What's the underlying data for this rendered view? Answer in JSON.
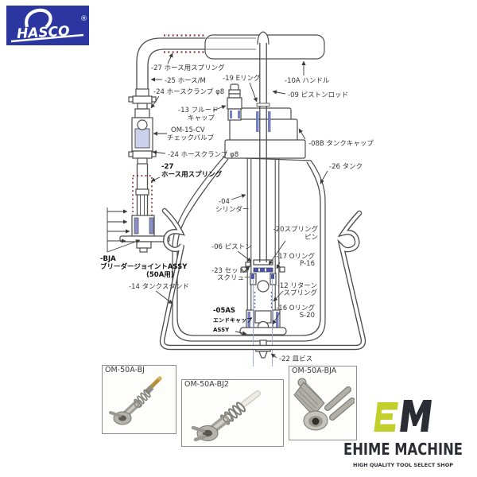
{
  "colors": {
    "hasco_blue": "#2b36a1",
    "line_gray": "#4d4d4d",
    "accent_blue": "#4a54b4",
    "spring_red": "#8b2a2a",
    "guide_blue": "#9aa4d6",
    "em_green": "#c3cf2b",
    "em_dark": "#2c2c34"
  },
  "header": {
    "hasco_text": "HASCO",
    "registered_mark": "®"
  },
  "diagram": {
    "labels": {
      "hose_spring_top": {
        "lines": [
          "-27 ホース用スプリング"
        ]
      },
      "hose_m": {
        "lines": [
          "-25 ホース/M"
        ]
      },
      "hose_clamp_upper": {
        "lines": [
          "-24 ホースクランプ φ8"
        ]
      },
      "e_ring": {
        "lines": [
          "-19 Eリング"
        ]
      },
      "handle": {
        "lines": [
          "-10A ハンドル"
        ]
      },
      "piston_rod": {
        "lines": [
          "-09 ピストンロッド"
        ]
      },
      "fluid_cap": {
        "lines": [
          "-13 フルード",
          "キャップ"
        ]
      },
      "check_valve": {
        "lines": [
          "OM-15-CV",
          "チェックバルブ"
        ]
      },
      "hose_clamp_lower": {
        "lines": [
          "-24 ホースクランプ φ8"
        ]
      },
      "hose_spring_mid": {
        "lines": [
          "-27",
          "ホース用スプリング"
        ]
      },
      "tank_cap": {
        "lines": [
          "-08B タンクキャップ"
        ]
      },
      "tank": {
        "lines": [
          "-26 タンク"
        ]
      },
      "cylinder": {
        "lines": [
          "-04",
          "シリンダー"
        ]
      },
      "spring_pin": {
        "lines": [
          "-20スプリング",
          "ピン"
        ]
      },
      "piston": {
        "lines": [
          "-06 ピストン"
        ]
      },
      "o_ring_p16": {
        "lines": [
          "-17 Oリング",
          "P-16"
        ]
      },
      "set_screw": {
        "lines": [
          "-23 セット",
          "スクリュー"
        ]
      },
      "return_spring": {
        "lines": [
          "-12 リターン",
          "スプリング"
        ]
      },
      "end_cap_assy": {
        "lines": [
          "-05AS",
          "エンドキャップ",
          "ASSY"
        ]
      },
      "o_ring_s20": {
        "lines": [
          "-16 Oリング",
          "S-20"
        ]
      },
      "bleeder_joint_assy": {
        "lines": [
          "-BJA",
          "ブリーダージョイントASSY",
          "(50A用)"
        ]
      },
      "tank_stand": {
        "lines": [
          "-14 タンクスタンド"
        ]
      },
      "flat_screw": {
        "lines": [
          "-22 皿ビス"
        ]
      }
    }
  },
  "products": [
    {
      "code": "OM-50A-BJ"
    },
    {
      "code": "OM-50A-BJ2"
    },
    {
      "code": "OM-50A-BJA"
    }
  ],
  "footer_logo": {
    "name": "EHIME MACHINE",
    "tagline": "HIGH QUALITY TOOL SELECT SHOP"
  }
}
